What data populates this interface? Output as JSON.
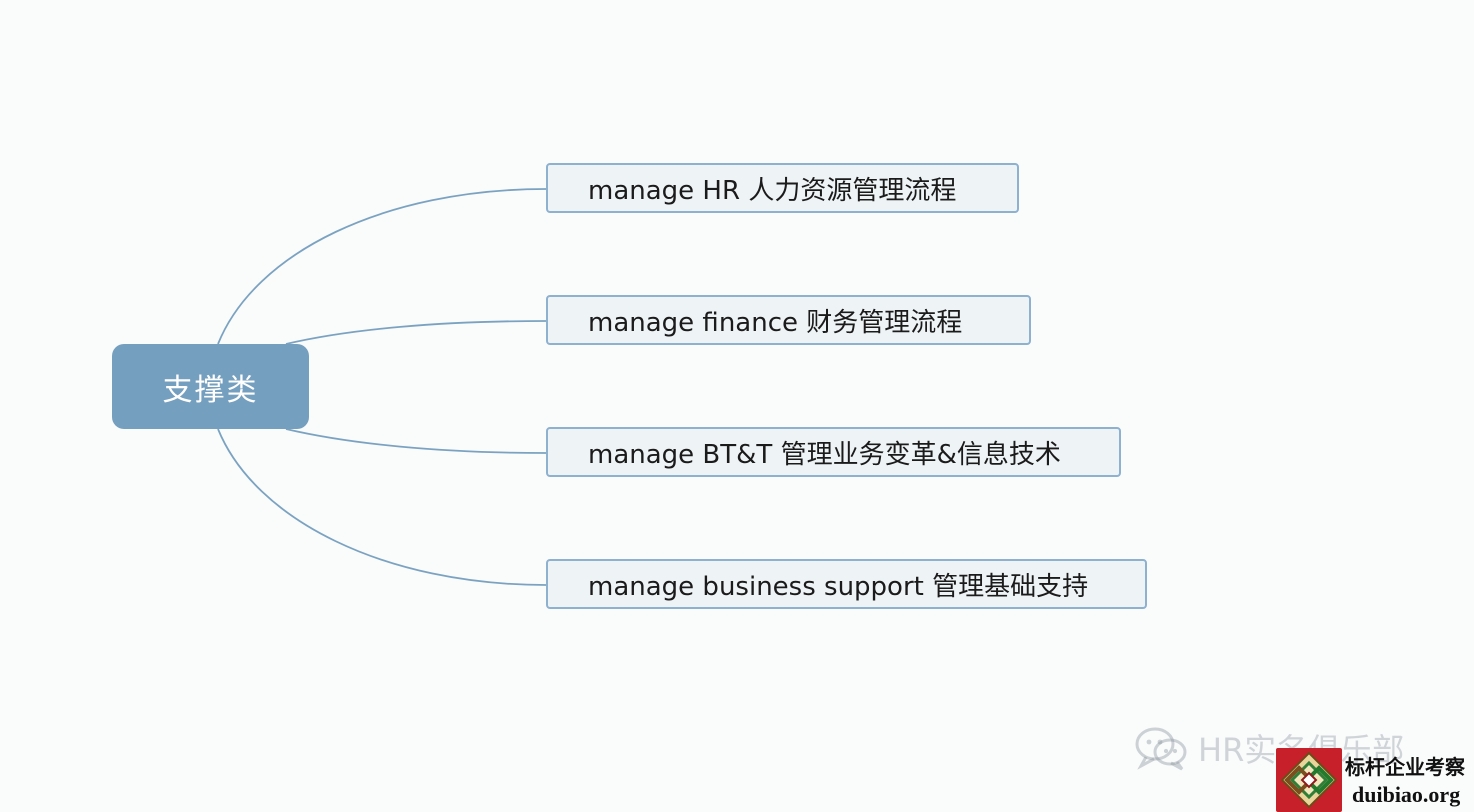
{
  "diagram": {
    "root": {
      "label": "支撑类"
    },
    "branches": [
      {
        "label": "manage HR 人力资源管理流程"
      },
      {
        "label": "manage finance 财务管理流程"
      },
      {
        "label": "manage BT&T 管理业务变革&信息技术"
      },
      {
        "label": "manage business support 管理基础支持"
      }
    ]
  },
  "watermark": {
    "text": "HR实名俱乐部",
    "icon": "wechat-icon"
  },
  "badge": {
    "title": "标杆企业考察",
    "domain": "duibiao.org",
    "icon": "diamond-logo-icon"
  },
  "colors": {
    "background": "#fafbfb",
    "root_fill": "#759fbe",
    "root_text": "#ffffff",
    "branch_fill": "#eef3f6",
    "branch_border": "#8db1cf",
    "connector": "#7ba3c1",
    "branch_text": "#1b1b1b",
    "badge_red": "#c7202b"
  }
}
